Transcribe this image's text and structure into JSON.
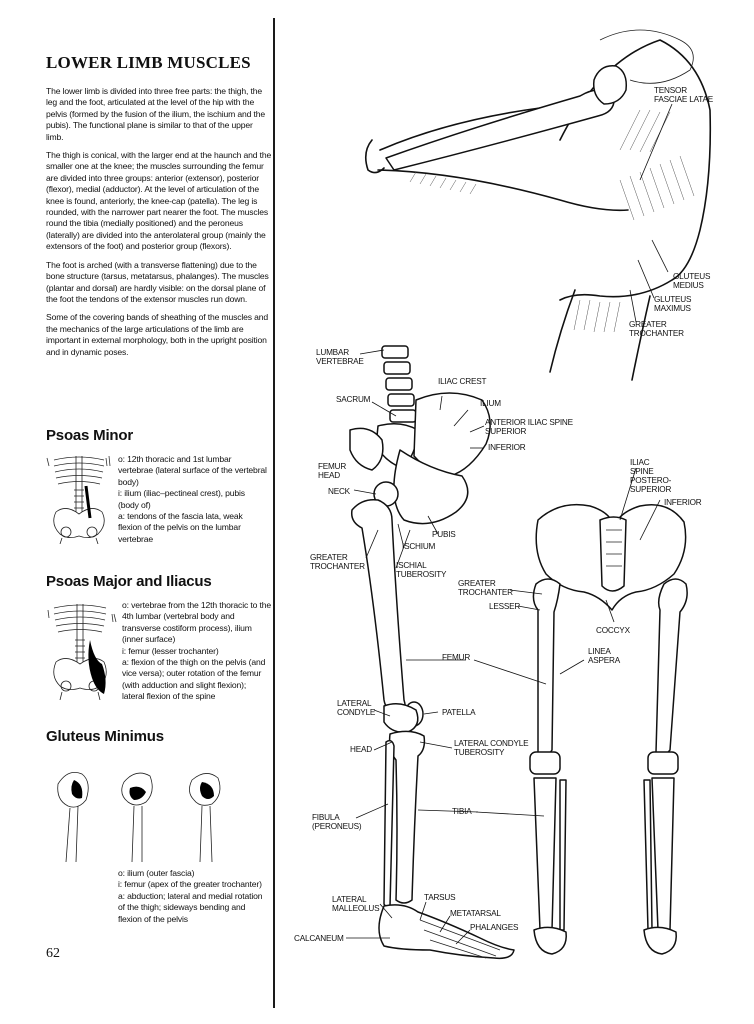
{
  "page": {
    "title": "LOWER LIMB MUSCLES",
    "page_number": "62"
  },
  "intro": [
    "The lower limb is divided into three free parts: the thigh, the leg and the foot, articulated at the level of the hip with the pelvis (formed by the fusion of the ilium, the ischium and the pubis). The functional plane is similar to that of the upper limb.",
    "The thigh is conical, with the larger end at the haunch and the smaller one at the knee; the muscles surrounding the femur are divided into three groups: anterior (extensor), posterior (flexor), medial (adductor). At the level of articulation of the knee is found, anteriorly, the knee-cap (patella). The leg is rounded, with the narrower part nearer the foot. The muscles round the tibia (medially positioned) and the peroneus (laterally) are divided into the anterolateral group (mainly the extensors of the foot) and posterior group (flexors).",
    "The foot is arched (with a transverse flattening) due to the bone structure (tarsus, metatarsus, phalanges). The muscles (plantar and dorsal) are hardly visible: on the dorsal plane of the foot the tendons of the extensor muscles run down.",
    "Some of the covering bands of sheathing of the muscles and the mechanics of the large articulations of the limb are important in external morphology, both in the upright position and in dynamic poses."
  ],
  "muscles": [
    {
      "name": "Psoas Minor",
      "lines": [
        "o:  12th thoracic and 1st lumbar",
        "vertebrae (lateral surface of the vertebral",
        "body)",
        "i:  ilium (iliac–pectineal crest), pubis",
        "(body of)",
        "a:  tendons of the fascia lata, weak",
        "flexion of the pelvis on the lumbar",
        "vertebrae"
      ]
    },
    {
      "name": "Psoas Major and Iliacus",
      "lines": [
        "o:  vertebrae from the 12th thoracic to the",
        "4th lumbar (vertebral body and",
        "transverse costiform process), ilium",
        "(inner surface)",
        "i:  femur (lesser trochanter)",
        "a:  flexion of the thigh on the pelvis (and",
        "vice versa); outer rotation of the femur",
        "(with adduction and slight flexion);",
        "lateral flexion of the spine"
      ]
    },
    {
      "name": "Gluteus Minimus",
      "lines": [
        "o:  ilium (outer fascia)",
        "i:  femur (apex of the greater trochanter)",
        "a:  abduction; lateral and medial rotation",
        "of the thigh; sideways bending and",
        "flexion of the pelvis"
      ]
    }
  ],
  "figure_labels": {
    "tensor": [
      "TENSOR",
      "FASCIAE LATAE"
    ],
    "gluteus_medius": [
      "GLUTEUS",
      "MEDIUS"
    ],
    "gluteus_maximus": [
      "GLUTEUS",
      "MAXIMUS"
    ],
    "greater_trochanter_top": [
      "GREATER",
      "TROCHANTER"
    ],
    "lumbar": [
      "LUMBAR",
      "VERTEBRAE"
    ],
    "iliac_crest": "ILIAC CREST",
    "sacrum": "SACRUM",
    "ilium": "ILIUM",
    "anterior_iliac_spine": [
      "ANTERIOR ILIAC SPINE",
      "SUPERIOR",
      "INFERIOR"
    ],
    "femur_head": [
      "FEMUR",
      "HEAD"
    ],
    "neck": "NECK",
    "pubis": "PUBIS",
    "ischium": "ISCHIUM",
    "greater_trochanter_left": [
      "GREATER",
      "TROCHANTER"
    ],
    "ischial_tuberosity": [
      "ISCHIAL",
      "TUBEROSITY"
    ],
    "iliac_spine_postero": [
      "ILIAC",
      "SPINE",
      "POSTERO-",
      "SUPERIOR"
    ],
    "inferior_right": "INFERIOR",
    "greater_trochanter_mid": [
      "GREATER",
      "TROCHANTER"
    ],
    "lesser": "LESSER",
    "coccyx": "COCCYX",
    "femur": "FEMUR",
    "linea_aspera": [
      "LINEA",
      "ASPERA"
    ],
    "lateral_condyle": [
      "LATERAL",
      "CONDYLE"
    ],
    "patella": "PATELLA",
    "head": "HEAD",
    "lateral_condyle_tuberosity": [
      "LATERAL CONDYLE",
      "TUBEROSITY"
    ],
    "tibia": "TIBIA",
    "fibula": [
      "FIBULA",
      "(PERONEUS)"
    ],
    "lateral_malleolus": [
      "LATERAL",
      "MALLEOLUS"
    ],
    "tarsus": "TARSUS",
    "metatarsal": "METATARSAL",
    "phalanges": "PHALANGES",
    "calcaneum": "CALCANEUM"
  }
}
